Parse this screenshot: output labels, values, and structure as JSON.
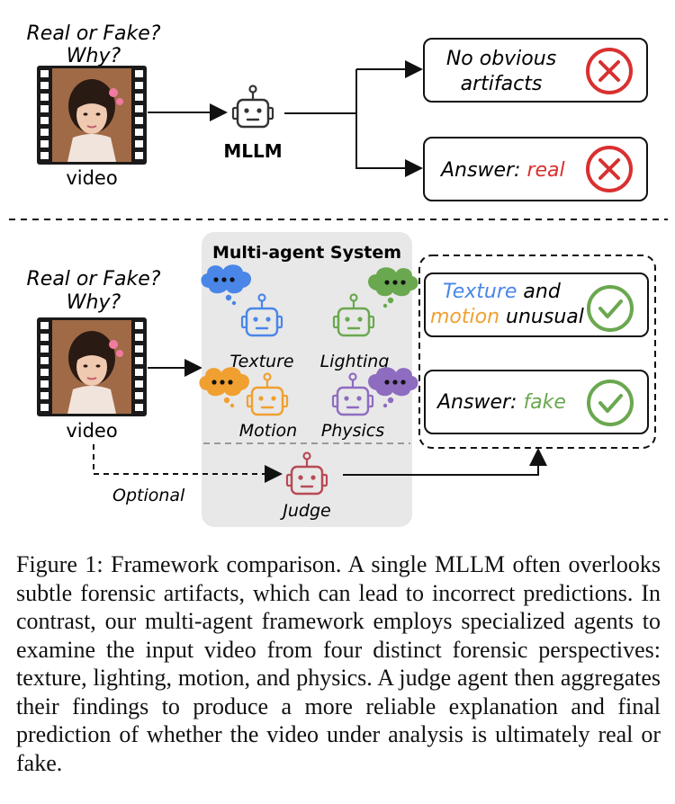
{
  "top_panel": {
    "question_line1": "Real or Fake?",
    "question_line2": "Why?",
    "video_label": "video",
    "model_label": "MLLM",
    "output_box1_line1": "No obvious",
    "output_box1_line2": "artifacts",
    "output_box2_prefix": "Answer: ",
    "output_box2_value": "real"
  },
  "bottom_panel": {
    "question_line1": "Real or Fake?",
    "question_line2": "Why?",
    "video_label": "video",
    "optional_label": "Optional",
    "system_title": "Multi-agent System",
    "agents": [
      {
        "label": "Texture"
      },
      {
        "label": "Lighting"
      },
      {
        "label": "Motion"
      },
      {
        "label": "Physics"
      }
    ],
    "judge_label": "Judge",
    "output_box1_word1": "Texture",
    "output_box1_word2": " and",
    "output_box1_word3": "motion",
    "output_box1_word4": " unusual",
    "output_box2_prefix": "Answer: ",
    "output_box2_value": "fake"
  },
  "caption": {
    "label": "Figure 1:",
    "text": "Framework comparison. A single MLLM often overlooks subtle forensic artifacts, which can lead to incorrect predictions. In contrast, our multi-agent framework employs specialized agents to examine the input video from four distinct forensic perspectives: texture, lighting, motion, and physics. A judge agent then aggregates their findings to produce a more reliable explanation and final prediction of whether the video under analysis is ultimately real or fake."
  },
  "colors": {
    "texture": "#4a86e8",
    "lighting": "#6aa84f",
    "motion": "#f0a030",
    "physics": "#8e6cc0",
    "judge": "#b84a55",
    "wrong": "#d93030",
    "right": "#6aa84f",
    "mllm": "#333333",
    "system_bg": "#e8e8e8"
  },
  "icons": [
    "film-strip-icon",
    "robot-icon",
    "thought-bubble-icon",
    "cross-circle-icon",
    "check-circle-icon"
  ]
}
